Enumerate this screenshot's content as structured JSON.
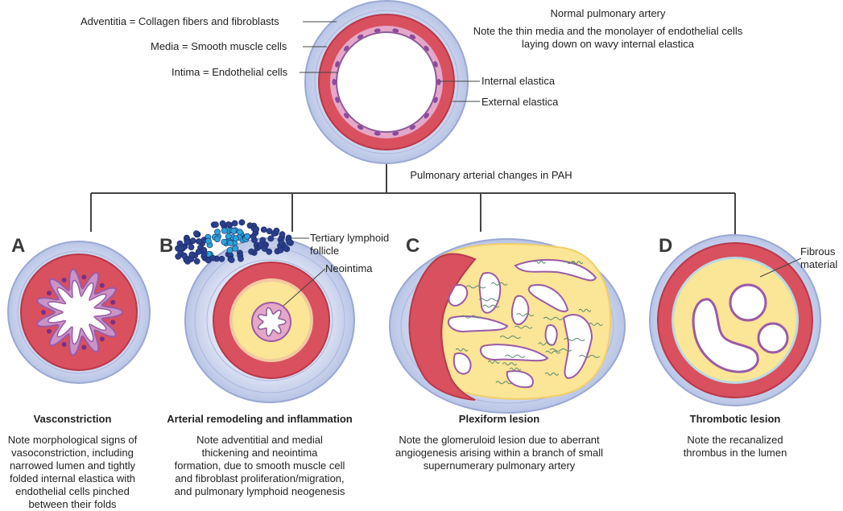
{
  "top": {
    "title": "Normal pulmonary artery",
    "note_line1": "Note the thin media and the monolayer of endothelial cells",
    "note_line2": "laying down on wavy internal elastica",
    "label_adventitia": "Adventitia  = Collagen fibers and fibroblasts",
    "label_media": "Media =  Smooth muscle cells",
    "label_intima": "Intima = Endothelial cells",
    "label_internal": "Internal elastica",
    "label_external": "External elastica"
  },
  "branch_label": "Pulmonary arterial changes in PAH",
  "panels": [
    {
      "letter": "A",
      "title": "Vasconstriction",
      "desc": [
        "Note morphological signs of",
        "vasoconstriction, including",
        "narrowed lumen and tightly",
        "folded internal elastica with",
        "endothelial cells pinched",
        "between their folds"
      ]
    },
    {
      "letter": "B",
      "title": "Arterial remodeling and inflammation",
      "callout1_line1": "Tertiary lymphoid",
      "callout1_line2": "follicle",
      "callout2": "Neointima",
      "desc": [
        "Note adventitial and medial",
        "thickening and neointima",
        "formation, due to smooth muscle cell",
        "and fibroblast proliferation/migration,",
        "and pulmonary lymphoid neogenesis"
      ]
    },
    {
      "letter": "C",
      "title": "Plexiform lesion",
      "desc": [
        "Note the glomeruloid lesion due to aberrant",
        "angiogenesis arising within a branch of small",
        "supernumerary pulmonary artery"
      ]
    },
    {
      "letter": "D",
      "title": "Thrombotic lesion",
      "callout_line1": "Fibrous",
      "callout_line2": "material",
      "desc": [
        "Note the recanalized",
        "thrombus in the lumen"
      ]
    }
  ],
  "colors": {
    "adventitia": "#c9d3ec",
    "adventitia_edge": "#9aa8d4",
    "media": "#d9505f",
    "media_dark": "#b8394a",
    "intima": "#c99ac7",
    "neointima": "#fbe596",
    "lumen": "#ffffff",
    "lymph": "#2b3f8c",
    "lymph_light": "#2ba3d8"
  }
}
